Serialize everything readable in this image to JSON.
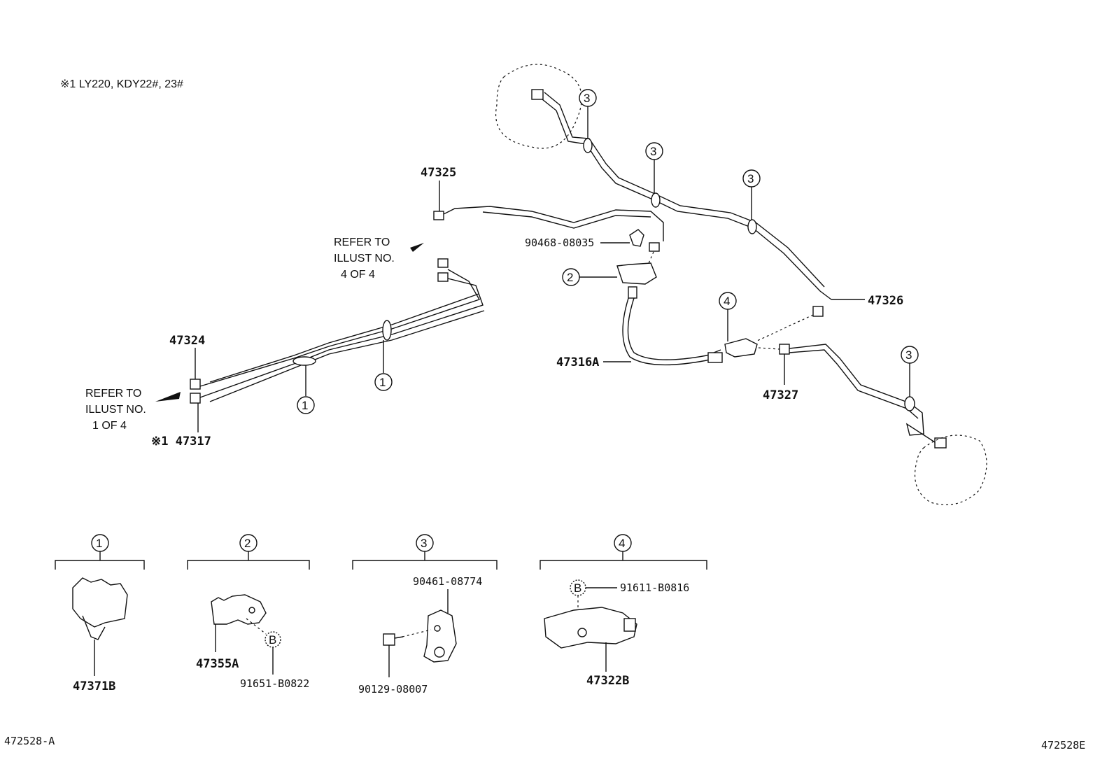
{
  "header": {
    "model_note": "※1 LY220, KDY22#, 23#"
  },
  "refs": {
    "ref_upper": [
      "REFER TO",
      "ILLUST NO.",
      "4 OF 4"
    ],
    "ref_lower": [
      "REFER TO",
      "ILLUST NO.",
      "1 OF 4"
    ]
  },
  "parts": {
    "p47325": "47325",
    "p90468": "90468-08035",
    "p47326": "47326",
    "p47324": "47324",
    "p47317": "※1 47317",
    "p47316A": "47316A",
    "p47327": "47327",
    "p47371B": "47371B",
    "p47355A": "47355A",
    "p91651": "91651-B0822",
    "p90461": "90461-08774",
    "p90129": "90129-08007",
    "p91611": "91611-B0816",
    "p47322B": "47322B"
  },
  "callouts": {
    "c1": "1",
    "c2": "2",
    "c3": "3",
    "c4": "4",
    "b": "B"
  },
  "footer": {
    "left_code": "472528-A",
    "right_code": "472528E"
  }
}
